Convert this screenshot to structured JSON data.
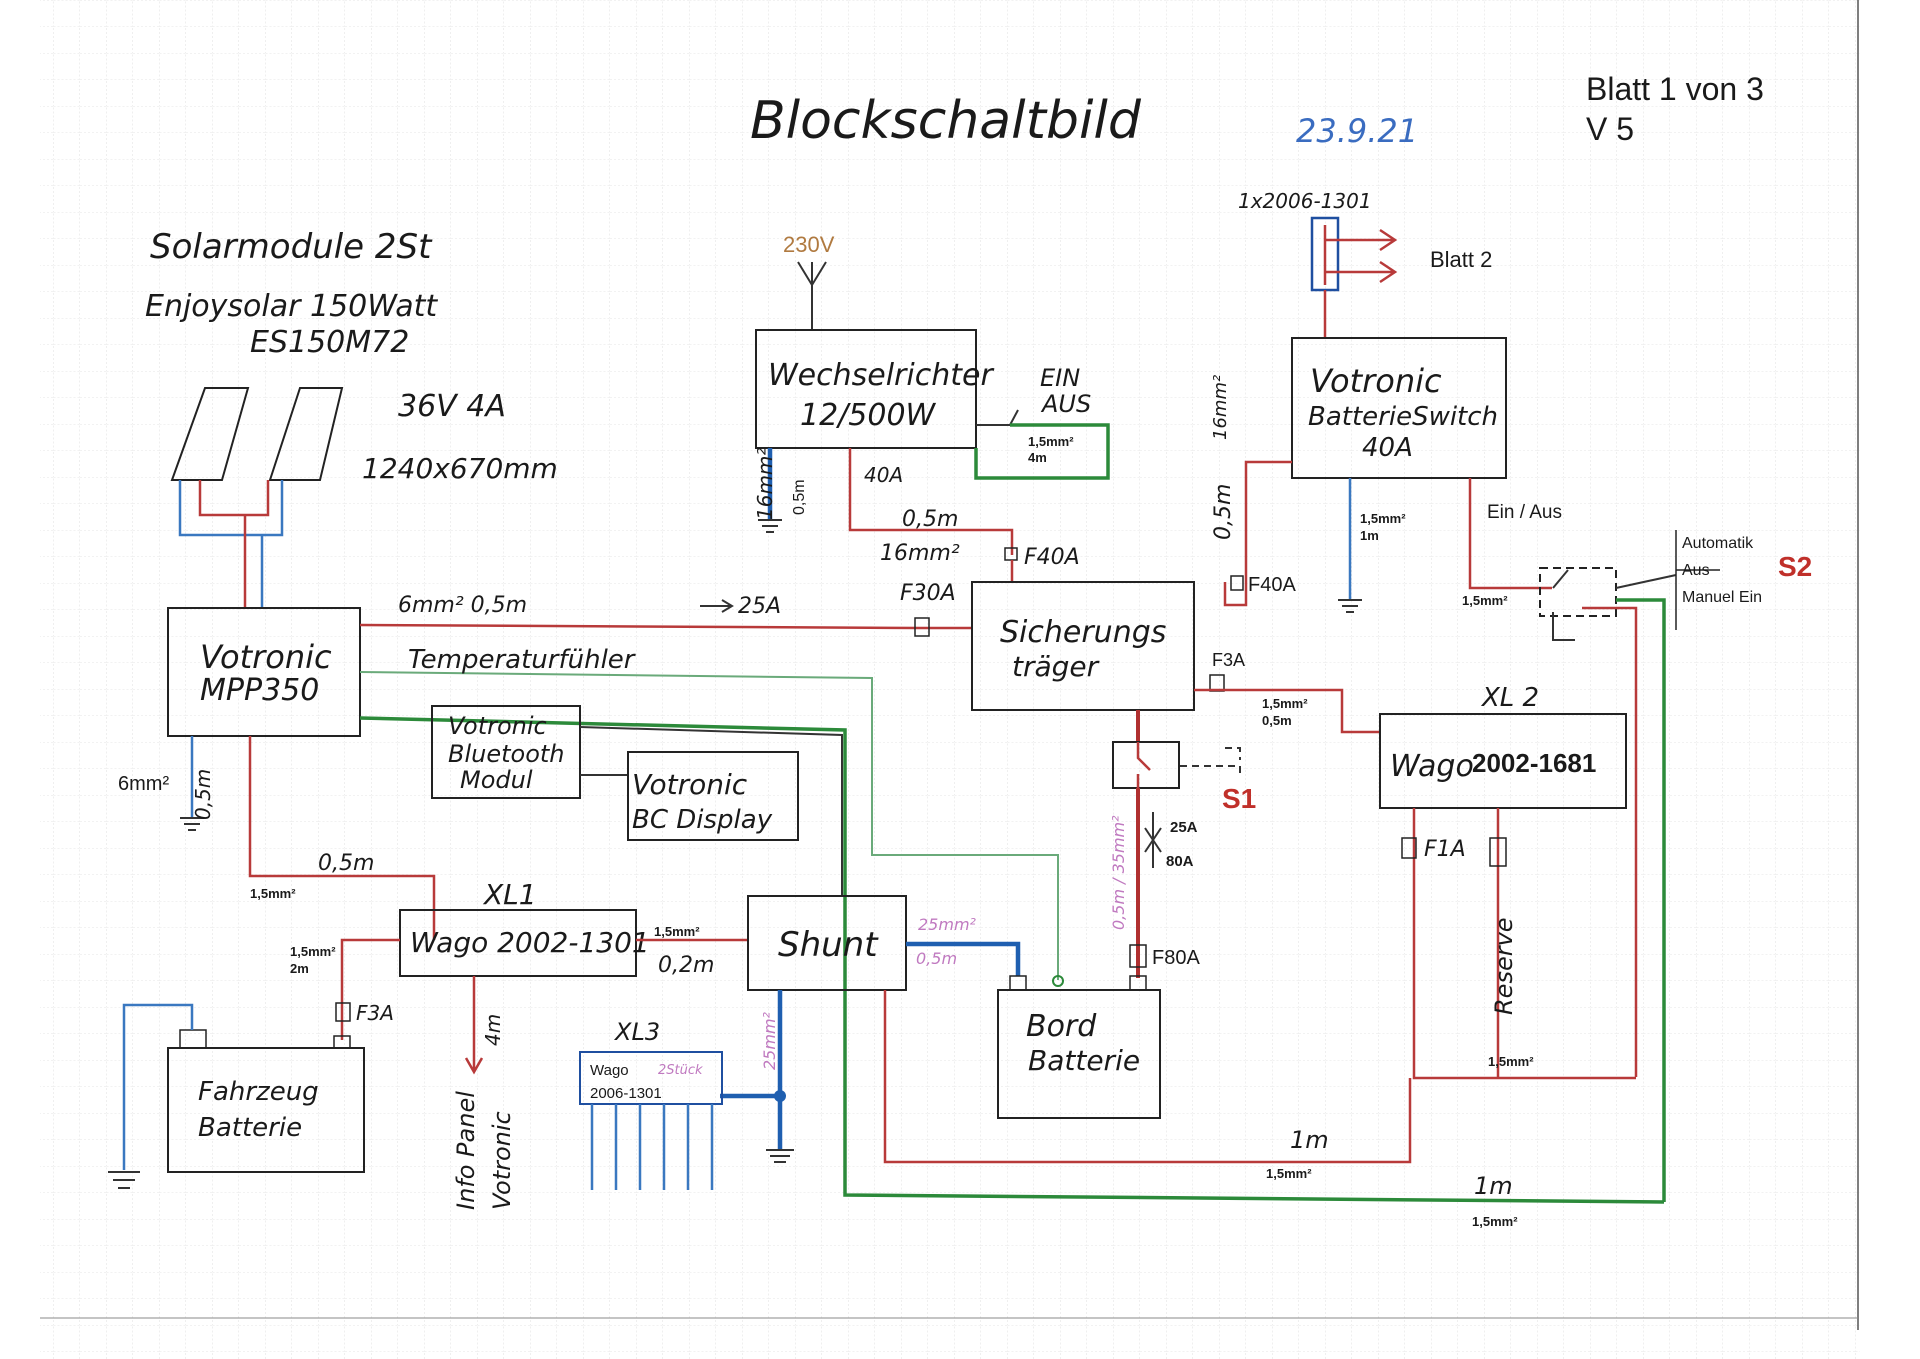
{
  "header": {
    "title": "Blockschaltbild",
    "date": "23.9.21",
    "sheet": "Blatt 1 von 3",
    "version": "V 5"
  },
  "solar": {
    "line1": "Solarmodule 2St",
    "line2": "Enjoysolar 150Watt",
    "line3": "ES150M72",
    "spec1": "36V   4A",
    "spec2": "1240x670mm"
  },
  "inverter": {
    "label1": "Wechselrichter",
    "label2": "12/500W",
    "input": "230V",
    "switch_on": "EIN",
    "switch_off": "AUS",
    "sw_cable1": "1,5mm²",
    "sw_cable2": "4m",
    "gnd_cable1": "16mm²",
    "gnd_cable2": "0,5m",
    "fuse": "40A",
    "cable_len": "0,5m",
    "cable_cross": "16mm²",
    "fuse2": "F40A"
  },
  "batteryswitch": {
    "label1": "Votronic",
    "label2": "BatterieSwitch",
    "label3": "40A",
    "top_ref": "1x2006-1301",
    "sheet_ref": "Blatt 2",
    "gnd_cable1": "1,5mm²",
    "gnd_cable2": "1m",
    "cable_len": "0,5m",
    "cable_cross": "16mm²",
    "fuse": "F40A",
    "ein_aus": "Ein / Aus"
  },
  "s2": {
    "name": "S2",
    "opt1": "Automatik",
    "opt2": "Aus",
    "opt3": "Manuel Ein",
    "cable": "1,5mm²"
  },
  "mpp": {
    "label1": "Votronic",
    "label2": "MPP350",
    "out_cable": "6mm²  0,5m",
    "current": "25A",
    "fuse": "F30A",
    "temp": "Temperaturfühler",
    "gnd_cable": "6mm²",
    "gnd_len": "0,5m"
  },
  "fusebox": {
    "label1": "Sicherungs",
    "label2": "träger",
    "f3a": "F3A",
    "cable1": "1,5mm²",
    "cable2": "0,5m"
  },
  "bluetooth": {
    "label1": "Votronic",
    "label2": "Bluetooth",
    "label3": "Modul"
  },
  "display": {
    "label1": "Votronic",
    "label2": "BC Display"
  },
  "s1": {
    "name": "S1",
    "a25": "25A",
    "a80": "80A",
    "cable": "0,5m / 35mm²",
    "fuse": "F80A"
  },
  "xl1": {
    "name": "XL1",
    "label": "Wago 2002-1301",
    "in_len": "0,5m",
    "in_cable": "1,5mm²",
    "out_cable": "1,5mm²",
    "out_len": "0,2m",
    "fz_cable1": "1,5mm²",
    "fz_cable2": "2m",
    "fuse": "F3A",
    "info_len": "4m",
    "info1": "Info Panel",
    "info2": "Votronic"
  },
  "xl2": {
    "name": "XL 2",
    "label1": "Wago",
    "label2": "2002-1681",
    "fuse": "F1A",
    "reserve": "Reserve",
    "cable": "1,5mm²"
  },
  "xl3": {
    "name": "XL3",
    "label1": "Wago",
    "label2": "2006-1301",
    "note": "2Stück",
    "cable": "25mm²"
  },
  "shunt": {
    "label": "Shunt",
    "cable1": "25mm²",
    "cable2": "0,5m"
  },
  "bord": {
    "label1": "Bord",
    "label2": "Batterie"
  },
  "fahrzeug": {
    "label1": "Fahrzeug",
    "label2": "Batterie"
  },
  "bottom": {
    "len1": "1m",
    "cable1": "1,5mm²",
    "len2": "1m",
    "cable2": "1,5mm²"
  },
  "colors": {
    "red": "#b83a3a",
    "blue": "#3a78c0",
    "green": "#2c8a3a",
    "s_red": "#c0302a"
  }
}
